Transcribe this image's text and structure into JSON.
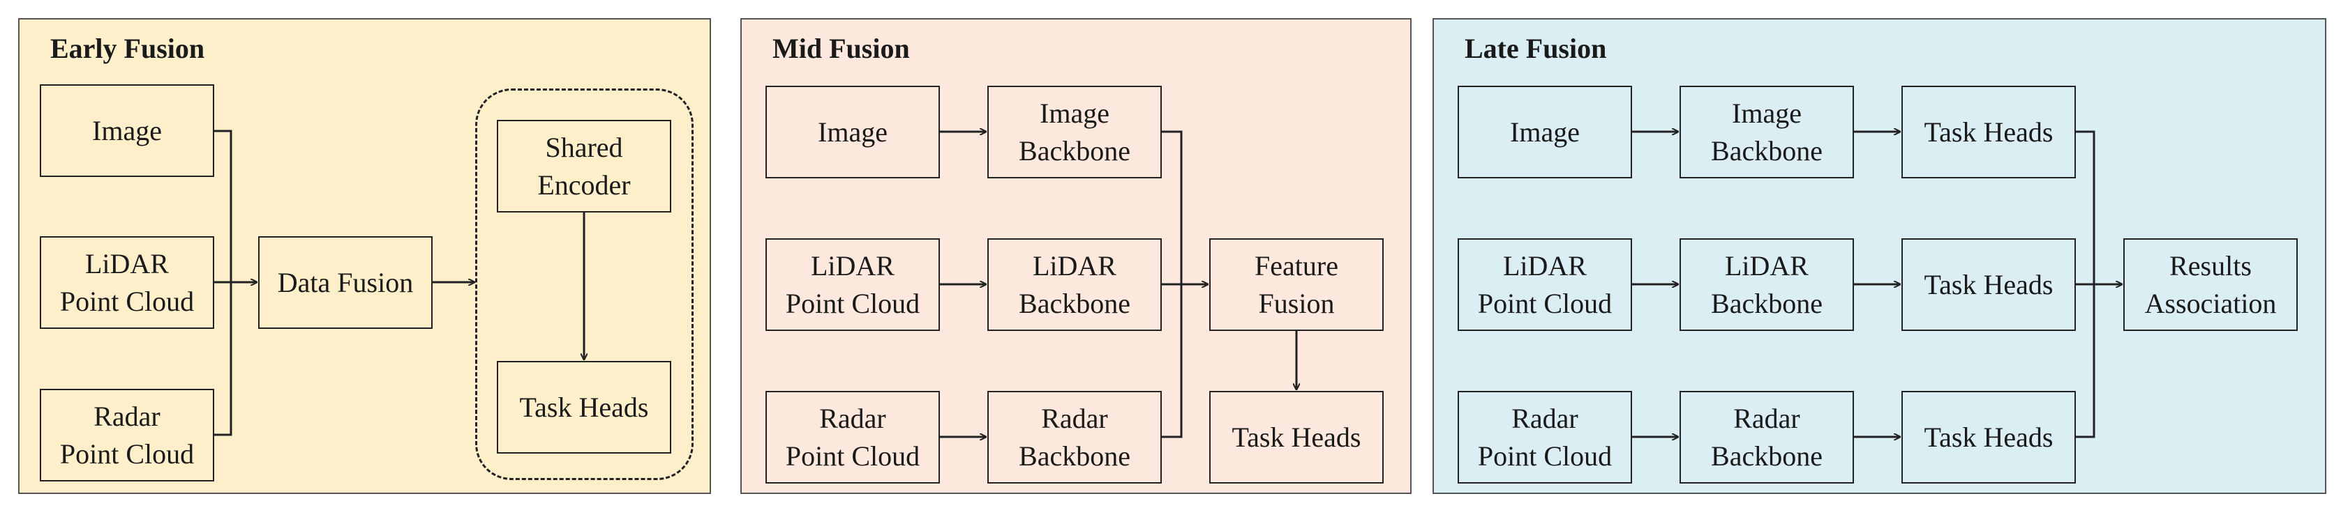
{
  "colors": {
    "early": "#fcefca",
    "mid": "#fce8dc",
    "late": "#dbeef3",
    "line": "#222222"
  },
  "early": {
    "title": "Early Fusion",
    "image": "Image",
    "lidar": "LiDAR\nPoint Cloud",
    "radar": "Radar\nPoint Cloud",
    "fusion": "Data Fusion",
    "encoder": "Shared\nEncoder",
    "heads": "Task Heads"
  },
  "mid": {
    "title": "Mid Fusion",
    "image": "Image",
    "lidar": "LiDAR\nPoint Cloud",
    "radar": "Radar\nPoint Cloud",
    "image_backbone": "Image\nBackbone",
    "lidar_backbone": "LiDAR\nBackbone",
    "radar_backbone": "Radar\nBackbone",
    "fusion": "Feature\nFusion",
    "heads": "Task Heads"
  },
  "late": {
    "title": "Late Fusion",
    "image": "Image",
    "lidar": "LiDAR\nPoint Cloud",
    "radar": "Radar\nPoint Cloud",
    "image_backbone": "Image\nBackbone",
    "lidar_backbone": "LiDAR\nBackbone",
    "radar_backbone": "Radar\nBackbone",
    "image_heads": "Task Heads",
    "lidar_heads": "Task Heads",
    "radar_heads": "Task Heads",
    "association": "Results\nAssociation"
  }
}
